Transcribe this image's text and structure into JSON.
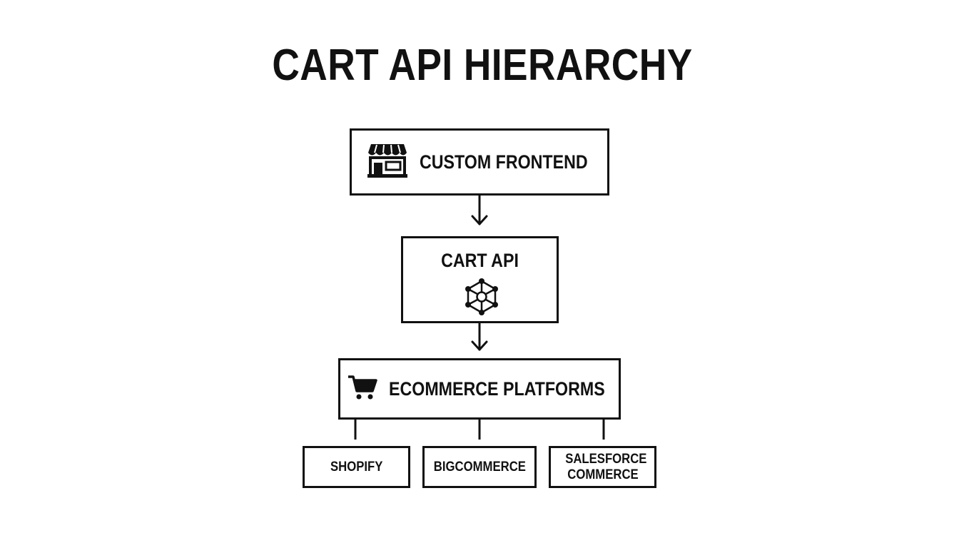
{
  "title": "CART API HIERARCHY",
  "nodes": {
    "frontend": {
      "label": "CUSTOM FRONTEND",
      "icon": "storefront-icon"
    },
    "cart_api": {
      "label": "CART API",
      "icon": "network-hub-icon"
    },
    "platforms": {
      "label": "ECOMMERCE PLATFORMS",
      "icon": "shopping-cart-icon"
    },
    "shopify": {
      "label": "SHOPIFY"
    },
    "bigcommerce": {
      "label": "BIGCOMMERCE"
    },
    "salesforce": {
      "label": "SALESFORCE COMMERCE"
    }
  },
  "colors": {
    "stroke": "#111111",
    "background": "#ffffff"
  }
}
